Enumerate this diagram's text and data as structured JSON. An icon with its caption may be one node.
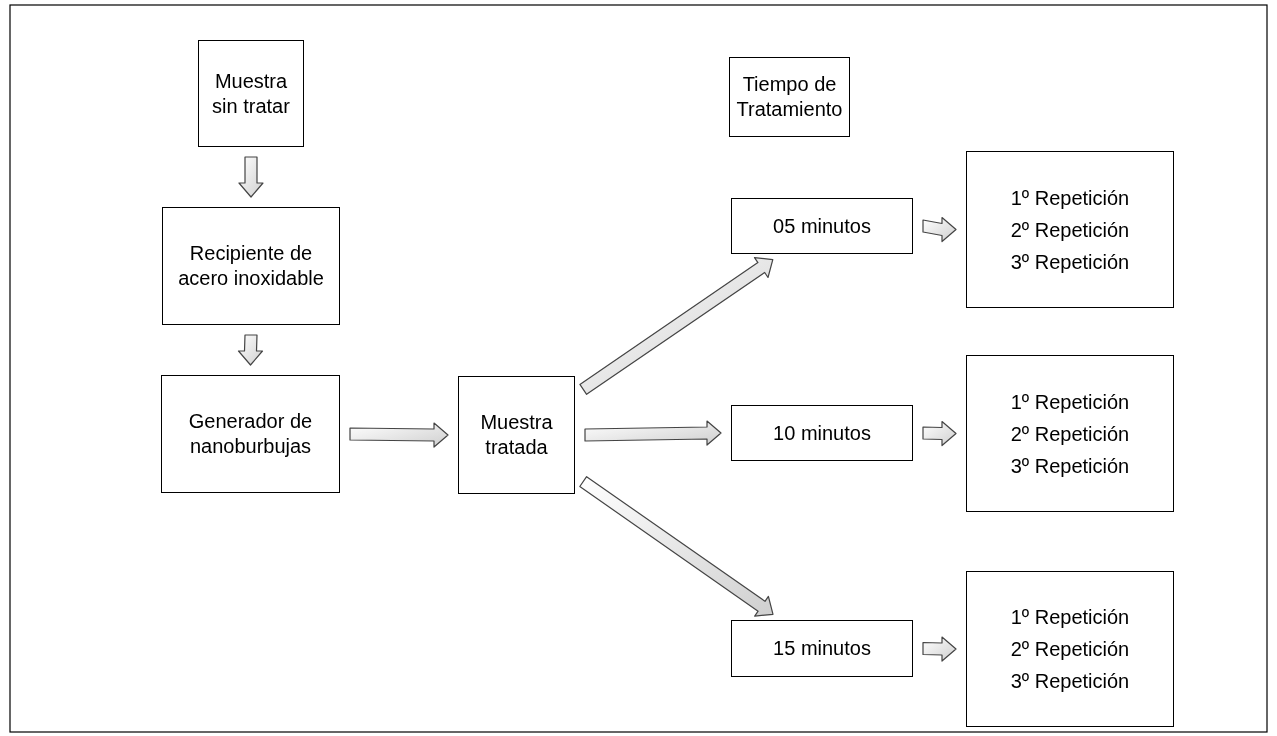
{
  "diagram": {
    "nodes": [
      {
        "text": [
          "Muestra sin tratar"
        ]
      },
      {
        "text": [
          "Recipiente de acero inoxidable"
        ]
      },
      {
        "text": [
          "Generador de nanoburbujas"
        ]
      },
      {
        "text": [
          "Muestra tratada"
        ]
      },
      {
        "text": [
          "Tiempo de Tratamiento"
        ]
      },
      {
        "text": [
          "05 minutos"
        ]
      },
      {
        "text": [
          "1º Repetición",
          "2º Repetición",
          "3º Repetición"
        ]
      },
      {
        "text": [
          "10 minutos"
        ]
      },
      {
        "text": [
          "1º Repetición",
          "2º Repetición",
          "3º Repetición"
        ]
      },
      {
        "text": [
          "15 minutos"
        ]
      },
      {
        "text": [
          "1º Repetición",
          "2º Repetición",
          "3º Repetición"
        ]
      }
    ],
    "edges": [
      {
        "from": 0,
        "to": 1,
        "arrow": "to"
      },
      {
        "from": 1,
        "to": 2,
        "arrow": "to"
      },
      {
        "from": 2,
        "to": 3,
        "arrow": "to"
      },
      {
        "from": 3,
        "to": 5,
        "arrow": "to"
      },
      {
        "from": 3,
        "to": 7,
        "arrow": "to"
      },
      {
        "from": 3,
        "to": 9,
        "arrow": "to"
      },
      {
        "from": 5,
        "to": 6,
        "arrow": "to"
      },
      {
        "from": 7,
        "to": 8,
        "arrow": "to"
      },
      {
        "from": 9,
        "to": 10,
        "arrow": "to"
      }
    ]
  }
}
